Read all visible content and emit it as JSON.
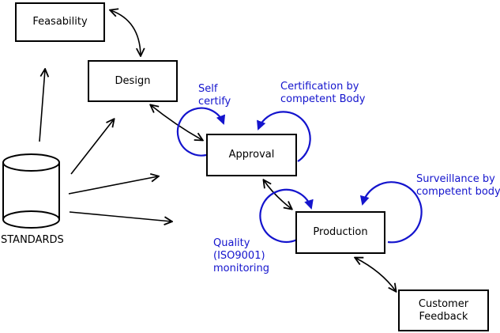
{
  "diagram": {
    "nodes": {
      "feasability": {
        "label": "Feasability"
      },
      "design": {
        "label": "Design"
      },
      "approval": {
        "label": "Approval"
      },
      "production": {
        "label": "Production"
      },
      "customer_feedback": {
        "label": "Customer Feedback"
      },
      "standards": {
        "label": "STANDARDS",
        "shape": "cylinder"
      }
    },
    "annotations": {
      "self_certify": {
        "text": "Self certify"
      },
      "certification": {
        "text": "Certification by competent Body"
      },
      "surveillance": {
        "text": "Surveillance by competent body"
      },
      "quality": {
        "text": "Quality (ISO9001) monitoring"
      }
    },
    "edges": [
      {
        "from": "feasability",
        "to": "design",
        "type": "bidirectional"
      },
      {
        "from": "design",
        "to": "approval",
        "type": "bidirectional"
      },
      {
        "from": "approval",
        "to": "production",
        "type": "bidirectional"
      },
      {
        "from": "production",
        "to": "customer_feedback",
        "type": "bidirectional"
      },
      {
        "from": "standards",
        "to": "feasability",
        "type": "directed"
      },
      {
        "from": "standards",
        "to": "design",
        "type": "directed"
      },
      {
        "from": "standards",
        "to": "approval",
        "type": "directed"
      },
      {
        "from": "standards",
        "to": "production",
        "type": "directed"
      },
      {
        "from": "approval",
        "to": "approval",
        "type": "self-loop",
        "label": "Self certify"
      },
      {
        "from": "approval",
        "to": "approval",
        "type": "self-loop",
        "label": "Certification by competent Body"
      },
      {
        "from": "production",
        "to": "production",
        "type": "self-loop",
        "label": "Quality (ISO9001) monitoring"
      },
      {
        "from": "production",
        "to": "production",
        "type": "self-loop",
        "label": "Surveillance by competent body"
      }
    ],
    "colors": {
      "annotation_blue": "#1414cd",
      "line_black": "#000000",
      "background": "#ffffff"
    }
  }
}
